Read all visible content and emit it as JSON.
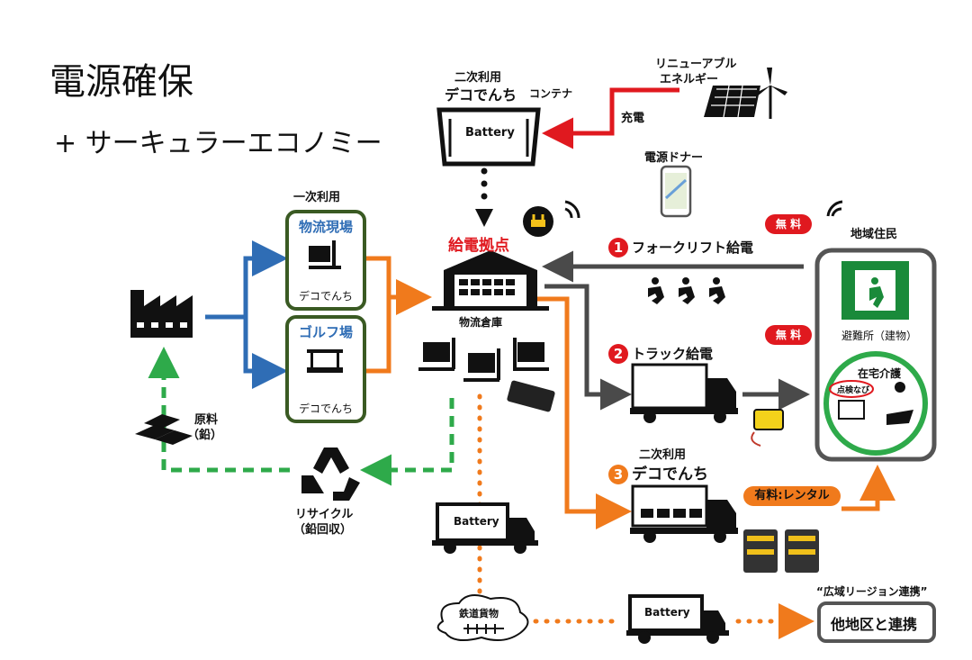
{
  "title": "電源確保",
  "subtitle": "+ サーキュラーエコノミー",
  "container": {
    "line1": "二次利用",
    "brand": "デコでんち",
    "suffix": "コンテナ",
    "battery": "Battery"
  },
  "renewable": {
    "line1": "リニューアブル",
    "line2": "エネルギー",
    "charge": "充電"
  },
  "donor": "電源ドナー",
  "primary_use": "一次利用",
  "logistics_site": {
    "title": "物流現場",
    "foot": "デコでんち"
  },
  "golf": {
    "title": "ゴルフ場",
    "foot": "デコでんち"
  },
  "hub": {
    "title": "給電拠点",
    "warehouse": "物流倉庫"
  },
  "raw_material": {
    "line1": "原料",
    "line2": "（鉛）"
  },
  "recycle": {
    "line1": "リサイクル",
    "line2": "（鉛回収）"
  },
  "flows": {
    "forklift": {
      "num": "1",
      "label": "フォークリフト給電"
    },
    "truck": {
      "num": "2",
      "label": "トラック給電"
    },
    "secondary": {
      "line1": "二次利用",
      "num": "3",
      "label": "デコでんち"
    }
  },
  "badges": {
    "free1": "無 料",
    "free2": "無 料",
    "paid": "有料:レンタル"
  },
  "residents": {
    "title": "地域住民",
    "shelter": "避難所（建物）",
    "home_care": "在宅介護",
    "inspection": "点検なび"
  },
  "truck_battery": "Battery",
  "rail": "鉄道貨物",
  "rail_truck_battery": "Battery",
  "regional": {
    "quote": "“広域リージョン連携”",
    "box": "他地区と連携"
  },
  "colors": {
    "blue": "#2f6db5",
    "orange": "#f07a1c",
    "green": "#2eaa4a",
    "red": "#e0191f",
    "gray": "#4a4a4a",
    "darkgreen": "#3a5a23"
  }
}
